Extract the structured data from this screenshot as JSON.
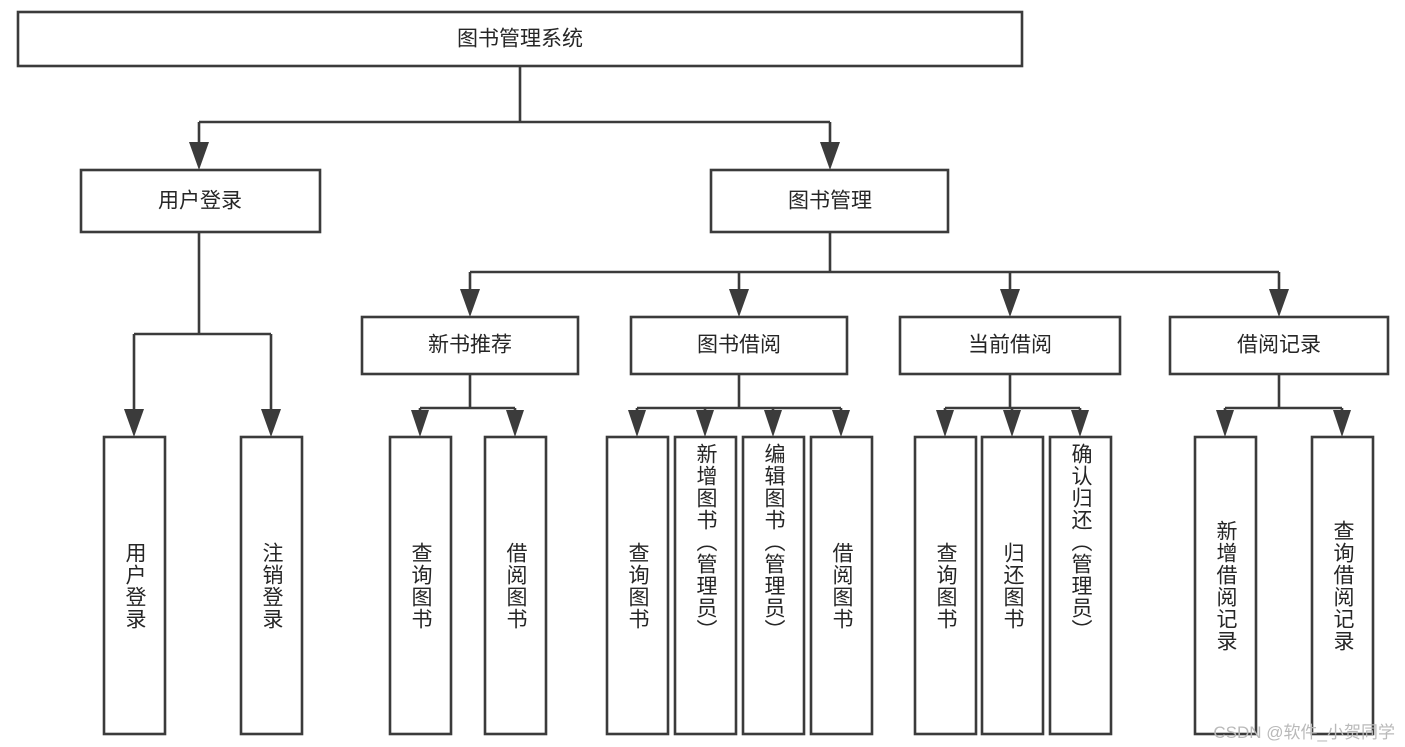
{
  "diagram": {
    "title": "图书管理系统",
    "type": "tree-hierarchy-flowchart",
    "root": {
      "id": "root",
      "label": "图书管理系统"
    },
    "level2": [
      {
        "id": "user-login",
        "label": "用户登录"
      },
      {
        "id": "book-manage",
        "label": "图书管理"
      }
    ],
    "level3": [
      {
        "id": "new-book-rec",
        "label": "新书推荐",
        "parent": "book-manage"
      },
      {
        "id": "book-borrow",
        "label": "图书借阅",
        "parent": "book-manage"
      },
      {
        "id": "current-borrow",
        "label": "当前借阅",
        "parent": "book-manage"
      },
      {
        "id": "borrow-record",
        "label": "借阅记录",
        "parent": "book-manage"
      }
    ],
    "leaves": [
      {
        "id": "leaf-user-login",
        "label": "用户登录",
        "parent": "user-login"
      },
      {
        "id": "leaf-logout-login",
        "label": "注销登录",
        "parent": "user-login"
      },
      {
        "id": "leaf-query-book-1",
        "label": "查询图书",
        "parent": "new-book-rec"
      },
      {
        "id": "leaf-borrow-book-1",
        "label": "借阅图书",
        "parent": "new-book-rec"
      },
      {
        "id": "leaf-query-book-2",
        "label": "查询图书",
        "parent": "book-borrow"
      },
      {
        "id": "leaf-add-book",
        "label": "新增图书（管理员）",
        "parent": "book-borrow"
      },
      {
        "id": "leaf-edit-book",
        "label": "编辑图书（管理员）",
        "parent": "book-borrow"
      },
      {
        "id": "leaf-borrow-book-2",
        "label": "借阅图书",
        "parent": "book-borrow"
      },
      {
        "id": "leaf-query-book-3",
        "label": "查询图书",
        "parent": "current-borrow"
      },
      {
        "id": "leaf-return-book",
        "label": "归还图书",
        "parent": "current-borrow"
      },
      {
        "id": "leaf-confirm-return",
        "label": "确认归还（管理员）",
        "parent": "current-borrow"
      },
      {
        "id": "leaf-add-record",
        "label": "新增借阅记录",
        "parent": "borrow-record"
      },
      {
        "id": "leaf-query-record",
        "label": "查询借阅记录",
        "parent": "borrow-record"
      }
    ],
    "watermark": "CSDN @软件_小贺同学",
    "colors": {
      "stroke": "#3b3b3b",
      "fill": "#ffffff",
      "text": "#262626",
      "watermark": "#b9b9b9"
    }
  }
}
